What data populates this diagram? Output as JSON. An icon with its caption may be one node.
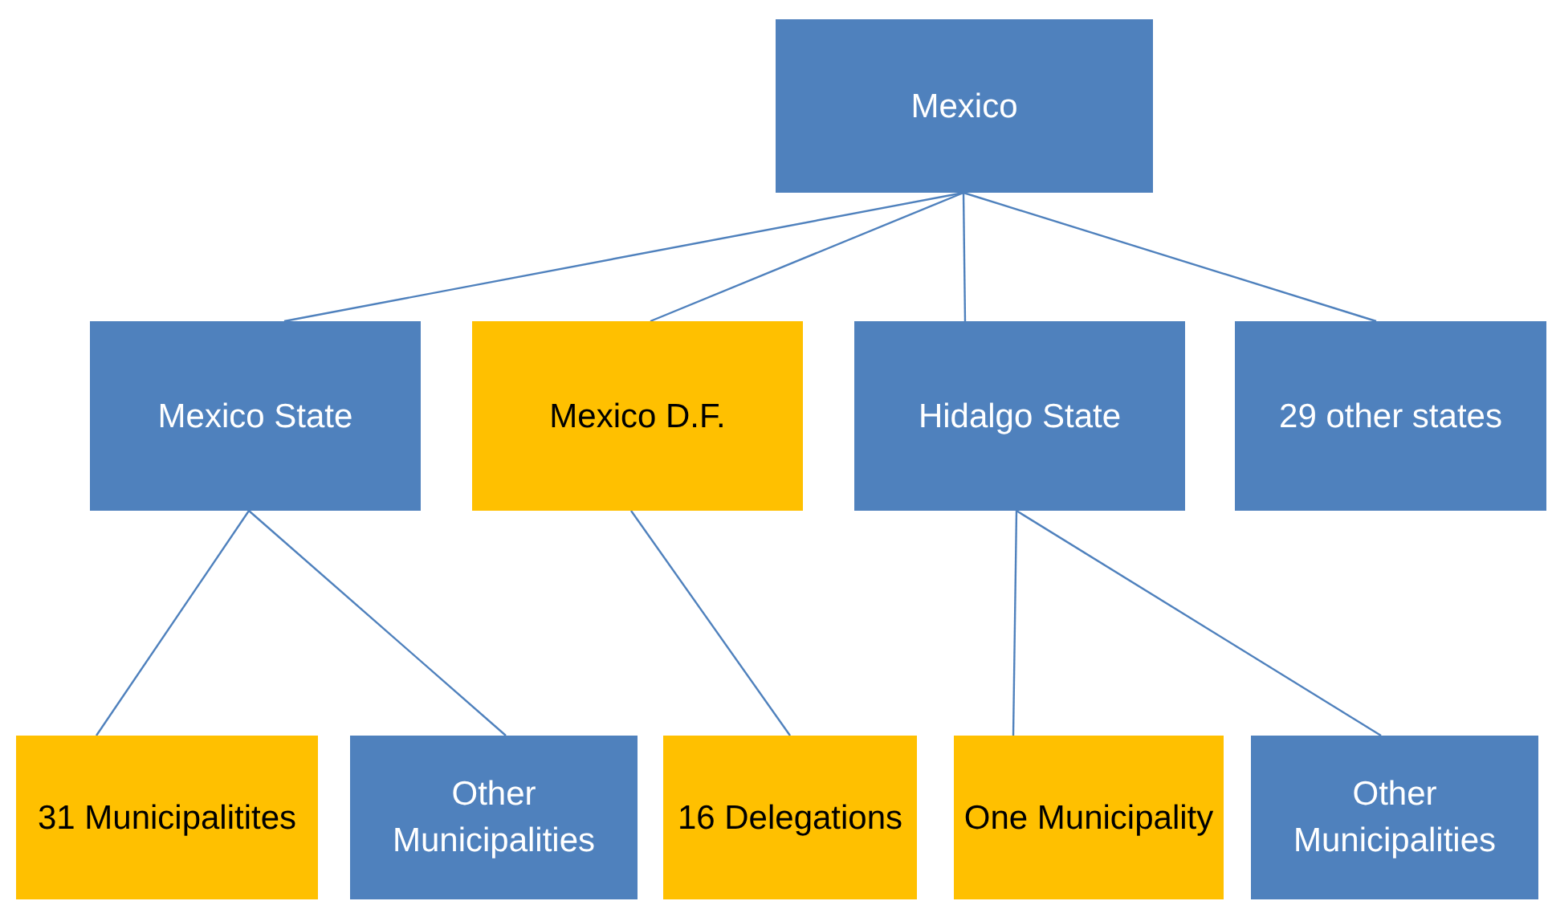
{
  "diagram": {
    "nodes": [
      {
        "text": [
          "Mexico"
        ]
      },
      {
        "text": [
          "Mexico State"
        ]
      },
      {
        "text": [
          "Mexico D.F."
        ]
      },
      {
        "text": [
          "Hidalgo State"
        ]
      },
      {
        "text": [
          "29 other states"
        ]
      },
      {
        "text": [
          "31 Municipalitites"
        ]
      },
      {
        "text": [
          "Other Municipalities"
        ]
      },
      {
        "text": [
          "16 Delegations"
        ]
      },
      {
        "text": [
          "One Municipality"
        ]
      },
      {
        "text": [
          "Other Municipalities"
        ]
      }
    ],
    "edges": [
      {
        "from": 0,
        "to": 1,
        "arrow": "none"
      },
      {
        "from": 0,
        "to": 2,
        "arrow": "none"
      },
      {
        "from": 0,
        "to": 3,
        "arrow": "none"
      },
      {
        "from": 0,
        "to": 4,
        "arrow": "none"
      },
      {
        "from": 1,
        "to": 5,
        "arrow": "none"
      },
      {
        "from": 1,
        "to": 6,
        "arrow": "none"
      },
      {
        "from": 2,
        "to": 7,
        "arrow": "none"
      },
      {
        "from": 3,
        "to": 8,
        "arrow": "none"
      },
      {
        "from": 3,
        "to": 9,
        "arrow": "none"
      }
    ]
  }
}
